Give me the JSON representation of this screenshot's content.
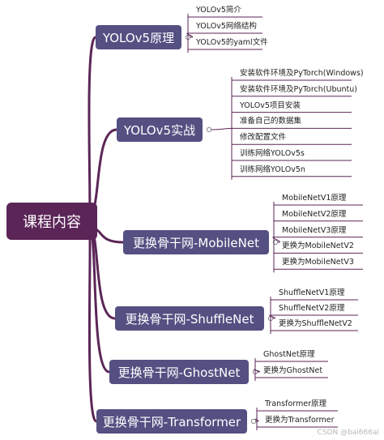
{
  "root": {
    "label": "课程内容",
    "color": "#5b2657"
  },
  "branch_color": "#545082",
  "line_color": "#5b2657",
  "branches": [
    {
      "label": "YOLOv5原理",
      "children": [
        "YOLOv5简介",
        "YOLOv5网络结构",
        "YOLOv5的yaml文件"
      ]
    },
    {
      "label": "YOLOv5实战",
      "children": [
        "安装软件环境及PyTorch(Windows)",
        "安装软件环境及PyTorch(Ubuntu)",
        "YOLOv5项目安装",
        "准备自己的数据集",
        "修改配置文件",
        "训练网络YOLOv5s",
        "训练网络YOLOv5n"
      ]
    },
    {
      "label": "更换骨干网-MobileNet",
      "children": [
        "MobileNetV1原理",
        "MobileNetV2原理",
        "MobileNetV3原理",
        "更换为MobileNetV2",
        "更换为MobileNetV3"
      ]
    },
    {
      "label": "更换骨干网-ShuffleNet",
      "children": [
        "ShuffleNetV1原理",
        "ShuffleNetV2原理",
        "更换为ShuffleNetV2"
      ]
    },
    {
      "label": "更换骨干网-GhostNet",
      "children": [
        "GhostNet原理",
        "更换为GhostNet"
      ]
    },
    {
      "label": "更换骨干网-Transformer",
      "children": [
        "Transformer原理",
        "更换为Transformer"
      ]
    }
  ],
  "watermark": "CSDN @bai666ai"
}
